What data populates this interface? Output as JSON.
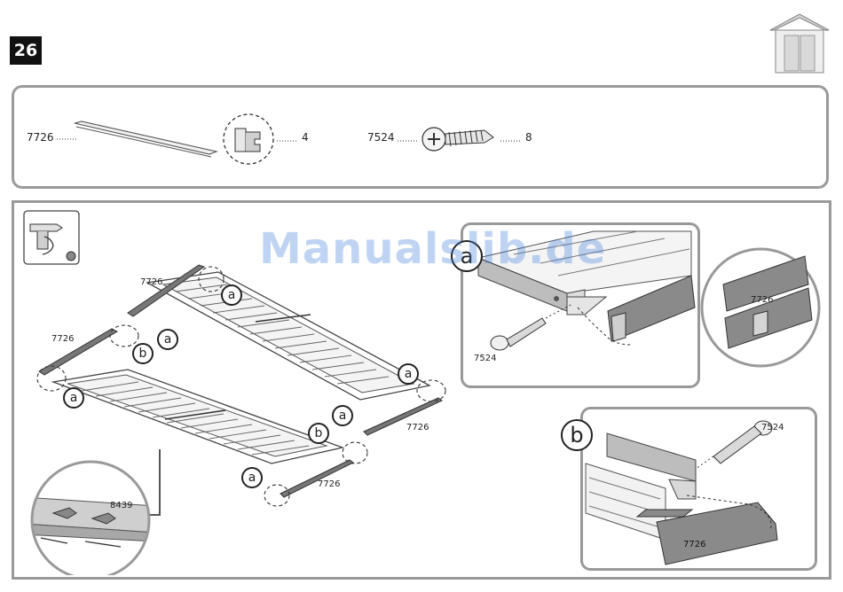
{
  "step": {
    "number": "26"
  },
  "parts": [
    {
      "code": "7726",
      "qty": "4",
      "icon": "rail-profile-icon"
    },
    {
      "code": "7524",
      "qty": "8",
      "icon": "screw-icon"
    }
  ],
  "watermark": "Manualslib.de",
  "overview": {
    "rail_labels": [
      "7726",
      "7726",
      "7726",
      "7726"
    ],
    "callouts": [
      "a",
      "a",
      "b",
      "a",
      "a",
      "a",
      "b",
      "a"
    ],
    "detail_label": "8439"
  },
  "detail_a": {
    "callout": "a",
    "screw_label": "7524",
    "rail_label": "7726"
  },
  "detail_b": {
    "callout": "b",
    "screw_label": "7524",
    "rail_label": "7726"
  },
  "icons": [
    "shed-icon",
    "drill-icon",
    "rail-profile-icon",
    "screw-icon"
  ]
}
